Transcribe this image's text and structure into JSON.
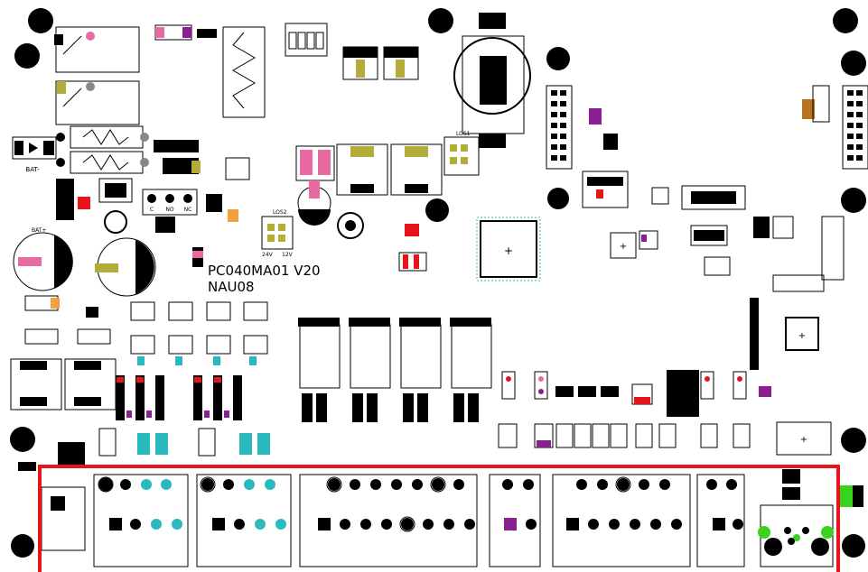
{
  "board": {
    "title_line1": "PC040MA01  V20",
    "title_line2": "NAU08",
    "label_bat_top": "BAT-",
    "label_bat_mid": "BAT+",
    "label_conn": "LOS1",
    "label_conn2": "LOS2",
    "label_relay_c": "C",
    "label_relay_no": "NO",
    "label_relay_nc": "NC",
    "label_24v": "24V",
    "label_12v": "12V"
  },
  "colors": {
    "highlight_frame": "#e8141c",
    "silkscreen": "#000000",
    "pad_cyan": "#2bb9c0",
    "pad_purple": "#8a1f8f",
    "pad_pink": "#e86aa3",
    "pad_red": "#e8141c",
    "pad_olive": "#b3ac3a",
    "pad_green": "#39d21f",
    "pad_orange": "#f0a040",
    "pad_brown": "#b9731e"
  }
}
